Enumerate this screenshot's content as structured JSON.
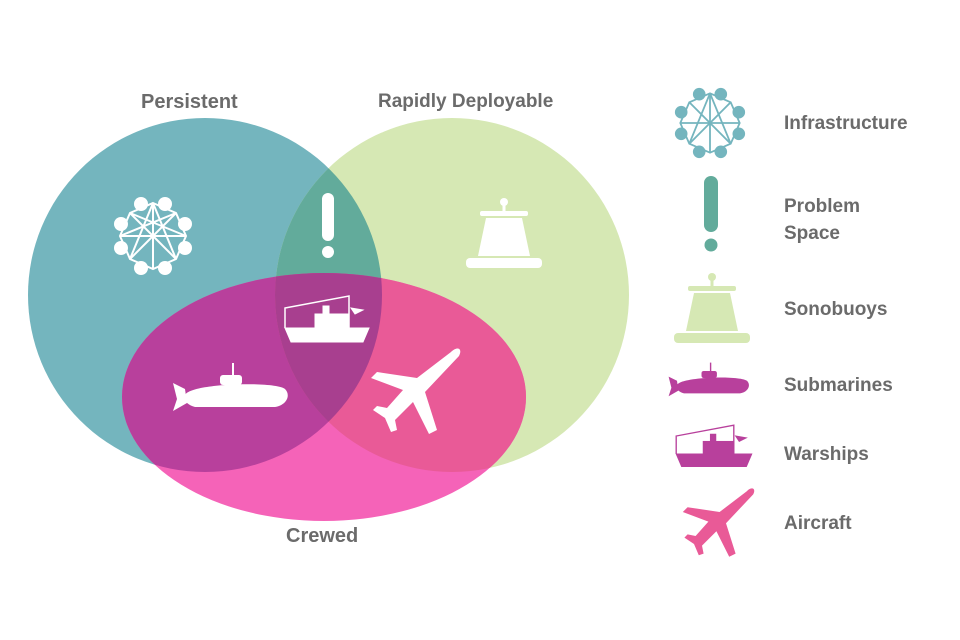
{
  "sets": {
    "persistent": "Persistent",
    "rapid": "Rapidly Deployable",
    "crewed": "Crewed"
  },
  "colors": {
    "persistent": "#74b5be",
    "rapid": "#d6e8b4",
    "crewed": "#f563b8",
    "persistent_rapid": "#62ab9b",
    "persistent_crewed": "#b8409c",
    "rapid_crewed": "#e95a97",
    "all": "#a83f8f"
  },
  "legend": [
    {
      "icon": "infrastructure-icon",
      "label": "Infrastructure"
    },
    {
      "icon": "exclamation-icon",
      "label": "Problem Space"
    },
    {
      "icon": "sonobuoy-icon",
      "label": "Sonobuoys"
    },
    {
      "icon": "submarine-icon",
      "label": "Submarines"
    },
    {
      "icon": "warship-icon",
      "label": "Warships"
    },
    {
      "icon": "aircraft-icon",
      "label": "Aircraft"
    }
  ]
}
